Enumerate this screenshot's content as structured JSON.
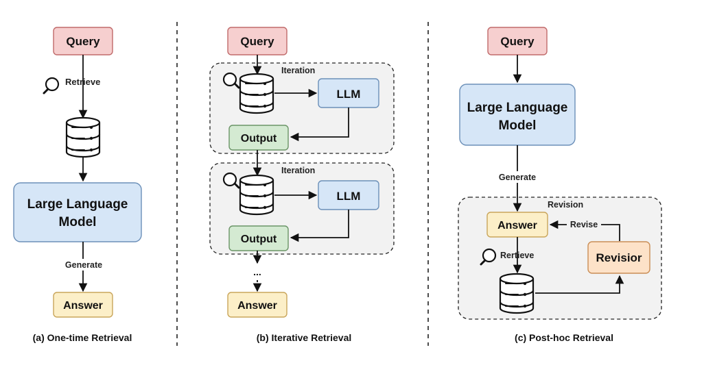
{
  "colors": {
    "query_fill": "#f6cfcf",
    "query_stroke": "#c06a6a",
    "llm_fill": "#d6e6f7",
    "llm_stroke": "#6b8fb8",
    "output_fill": "#d4ead2",
    "output_stroke": "#6a9466",
    "answer_fill": "#fcefc8",
    "answer_stroke": "#c9a55a",
    "revisior_fill": "#fde2c8",
    "revisior_stroke": "#c98d55",
    "panel_fill": "#f2f2f2",
    "line": "#111111"
  },
  "panel_a": {
    "query": "Query",
    "retrieve": "Retrieve",
    "llm_line1": "Large Language",
    "llm_line2": "Model",
    "generate": "Generate",
    "answer": "Answer",
    "caption": "(a) One-time Retrieval"
  },
  "panel_b": {
    "query": "Query",
    "iteration_1": "Iteration",
    "llm_1": "LLM",
    "output_1": "Output",
    "iteration_2": "Iteration",
    "llm_2": "LLM",
    "output_2": "Output",
    "ellipsis": "...",
    "answer": "Answer",
    "caption": "(b) Iterative Retrieval"
  },
  "panel_c": {
    "query": "Query",
    "llm_line1": "Large Language",
    "llm_line2": "Model",
    "generate": "Generate",
    "revision": "Revision",
    "answer": "Answer",
    "revise": "Revise",
    "rertieve": "Rertieve",
    "revisior": "Revisior",
    "caption": "(c) Post-hoc Retrieval"
  }
}
